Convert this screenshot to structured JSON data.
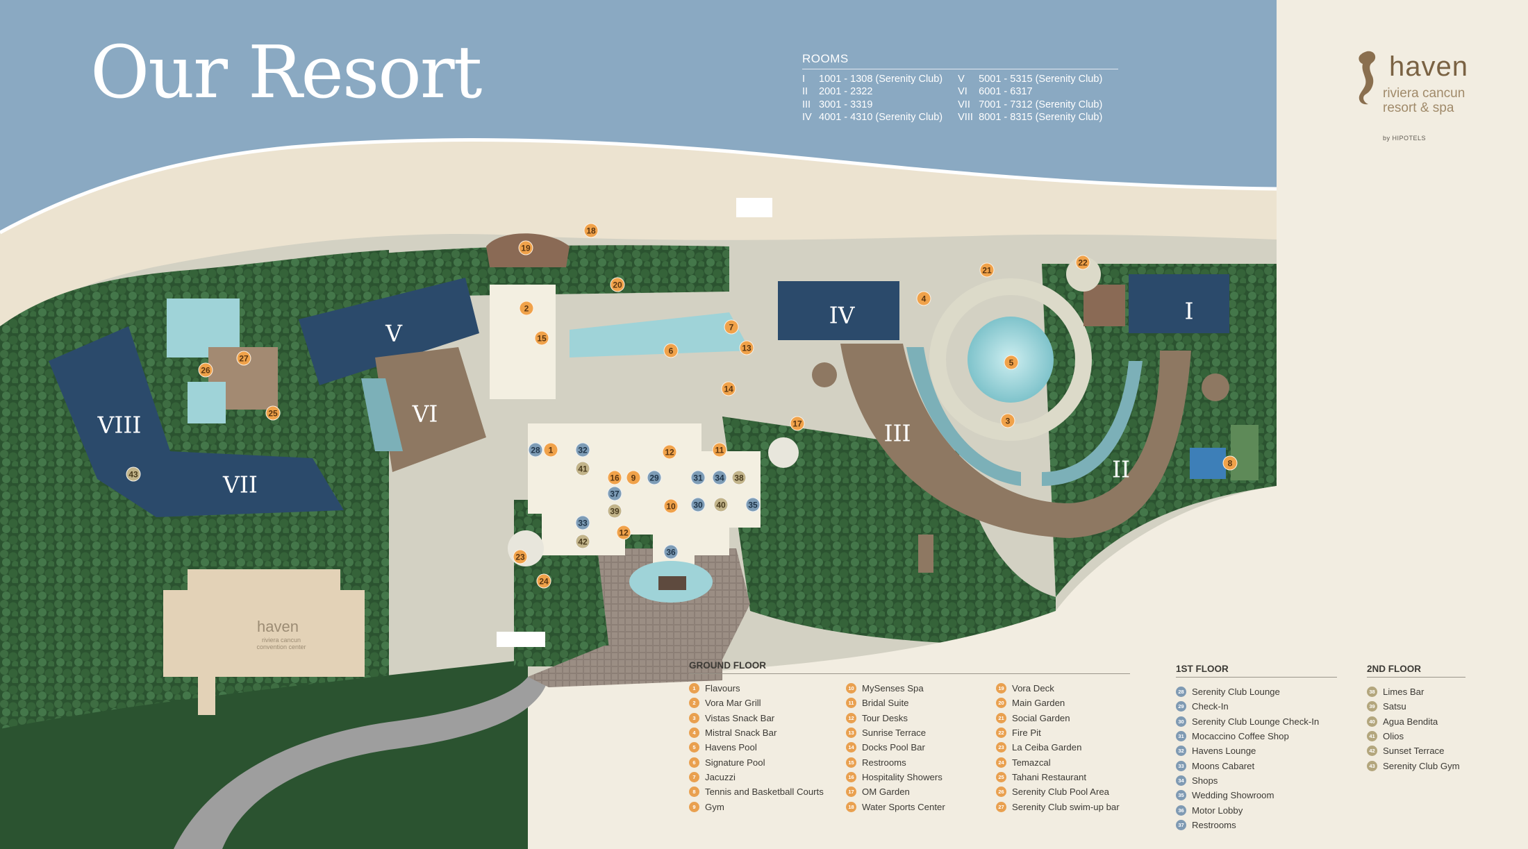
{
  "title": "Our Resort",
  "rooms": {
    "heading": "ROOMS",
    "col1": [
      {
        "num": "I",
        "range": "1001 - 1308 (Serenity Club)"
      },
      {
        "num": "II",
        "range": "2001 - 2322"
      },
      {
        "num": "III",
        "range": "3001 - 3319"
      },
      {
        "num": "IV",
        "range": "4001 - 4310 (Serenity Club)"
      }
    ],
    "col2": [
      {
        "num": "V",
        "range": "5001 - 5315 (Serenity Club)"
      },
      {
        "num": "VI",
        "range": "6001 - 6317"
      },
      {
        "num": "VII",
        "range": "7001 - 7312 (Serenity Club)"
      },
      {
        "num": "VIII",
        "range": "8001 - 8315 (Serenity Club)"
      }
    ]
  },
  "brand": {
    "name": "haven",
    "sub1": "riviera cancun",
    "sub2": "resort & spa",
    "by": "by HIPOTELS"
  },
  "convention": {
    "name": "haven",
    "sub1": "riviera cancun",
    "sub2": "convention center"
  },
  "colors": {
    "sea": "#8aa9c2",
    "sand": "#ece3d0",
    "building": "#2b4a6b",
    "pool": "#9fd3d8",
    "vegetation": "#2f5a34",
    "ground_marker": "#f0a24a",
    "first_marker": "#7d9cb6",
    "second_marker": "#c2b48a"
  },
  "building_labels": [
    "I",
    "II",
    "III",
    "IV",
    "V",
    "VI",
    "VII",
    "VIII"
  ],
  "legend": {
    "ground": {
      "heading": "GROUND FLOOR",
      "col1": [
        {
          "n": "1",
          "label": "Flavours"
        },
        {
          "n": "2",
          "label": "Vora Mar Grill"
        },
        {
          "n": "3",
          "label": "Vistas Snack Bar"
        },
        {
          "n": "4",
          "label": "Mistral Snack Bar"
        },
        {
          "n": "5",
          "label": "Havens Pool"
        },
        {
          "n": "6",
          "label": "Signature Pool"
        },
        {
          "n": "7",
          "label": "Jacuzzi"
        },
        {
          "n": "8",
          "label": "Tennis and Basketball Courts"
        },
        {
          "n": "9",
          "label": "Gym"
        }
      ],
      "col2": [
        {
          "n": "10",
          "label": "MySenses Spa"
        },
        {
          "n": "11",
          "label": "Bridal Suite"
        },
        {
          "n": "12",
          "label": "Tour Desks"
        },
        {
          "n": "13",
          "label": "Sunrise Terrace"
        },
        {
          "n": "14",
          "label": "Docks Pool Bar"
        },
        {
          "n": "15",
          "label": "Restrooms"
        },
        {
          "n": "16",
          "label": "Hospitality Showers"
        },
        {
          "n": "17",
          "label": "OM Garden"
        },
        {
          "n": "18",
          "label": "Water Sports Center"
        }
      ],
      "col3": [
        {
          "n": "19",
          "label": "Vora Deck"
        },
        {
          "n": "20",
          "label": "Main Garden"
        },
        {
          "n": "21",
          "label": "Social Garden"
        },
        {
          "n": "22",
          "label": "Fire Pit"
        },
        {
          "n": "23",
          "label": "La Ceiba Garden"
        },
        {
          "n": "24",
          "label": "Temazcal"
        },
        {
          "n": "25",
          "label": "Tahani Restaurant"
        },
        {
          "n": "26",
          "label": "Serenity Club Pool Area"
        },
        {
          "n": "27",
          "label": "Serenity Club swim-up bar"
        }
      ]
    },
    "first": {
      "heading": "1ST FLOOR",
      "items": [
        {
          "n": "28",
          "label": "Serenity Club Lounge"
        },
        {
          "n": "29",
          "label": "Check-In"
        },
        {
          "n": "30",
          "label": "Serenity Club Lounge Check-In"
        },
        {
          "n": "31",
          "label": "Mocaccino Coffee Shop"
        },
        {
          "n": "32",
          "label": "Havens Lounge"
        },
        {
          "n": "33",
          "label": "Moons Cabaret"
        },
        {
          "n": "34",
          "label": "Shops"
        },
        {
          "n": "35",
          "label": "Wedding Showroom"
        },
        {
          "n": "36",
          "label": "Motor Lobby"
        },
        {
          "n": "37",
          "label": "Restrooms"
        }
      ]
    },
    "second": {
      "heading": "2ND FLOOR",
      "items": [
        {
          "n": "38",
          "label": "Limes Bar"
        },
        {
          "n": "39",
          "label": "Satsu"
        },
        {
          "n": "40",
          "label": "Agua Bendita"
        },
        {
          "n": "41",
          "label": "Olios"
        },
        {
          "n": "42",
          "label": "Sunset Terrace"
        },
        {
          "n": "43",
          "label": "Serenity Club Gym"
        }
      ]
    }
  },
  "markers": [
    {
      "n": "1",
      "floor": "ground"
    },
    {
      "n": "2",
      "floor": "ground"
    },
    {
      "n": "3",
      "floor": "ground"
    },
    {
      "n": "4",
      "floor": "ground"
    },
    {
      "n": "5",
      "floor": "ground"
    },
    {
      "n": "6",
      "floor": "ground"
    },
    {
      "n": "7",
      "floor": "ground"
    },
    {
      "n": "8",
      "floor": "ground"
    },
    {
      "n": "9",
      "floor": "ground"
    },
    {
      "n": "10",
      "floor": "ground"
    },
    {
      "n": "11",
      "floor": "ground"
    },
    {
      "n": "12",
      "floor": "ground"
    },
    {
      "n": "12",
      "floor": "ground"
    },
    {
      "n": "13",
      "floor": "ground"
    },
    {
      "n": "14",
      "floor": "ground"
    },
    {
      "n": "15",
      "floor": "ground"
    },
    {
      "n": "16",
      "floor": "ground"
    },
    {
      "n": "17",
      "floor": "ground"
    },
    {
      "n": "18",
      "floor": "ground"
    },
    {
      "n": "19",
      "floor": "ground"
    },
    {
      "n": "20",
      "floor": "ground"
    },
    {
      "n": "21",
      "floor": "ground"
    },
    {
      "n": "22",
      "floor": "ground"
    },
    {
      "n": "23",
      "floor": "ground"
    },
    {
      "n": "24",
      "floor": "ground"
    },
    {
      "n": "25",
      "floor": "ground"
    },
    {
      "n": "26",
      "floor": "ground"
    },
    {
      "n": "27",
      "floor": "ground"
    },
    {
      "n": "28",
      "floor": "first"
    },
    {
      "n": "29",
      "floor": "first"
    },
    {
      "n": "30",
      "floor": "first"
    },
    {
      "n": "31",
      "floor": "first"
    },
    {
      "n": "32",
      "floor": "first"
    },
    {
      "n": "33",
      "floor": "first"
    },
    {
      "n": "34",
      "floor": "first"
    },
    {
      "n": "35",
      "floor": "first"
    },
    {
      "n": "36",
      "floor": "first"
    },
    {
      "n": "37",
      "floor": "first"
    },
    {
      "n": "38",
      "floor": "second"
    },
    {
      "n": "39",
      "floor": "second"
    },
    {
      "n": "40",
      "floor": "second"
    },
    {
      "n": "41",
      "floor": "second"
    },
    {
      "n": "42",
      "floor": "second"
    },
    {
      "n": "43",
      "floor": "second"
    }
  ]
}
